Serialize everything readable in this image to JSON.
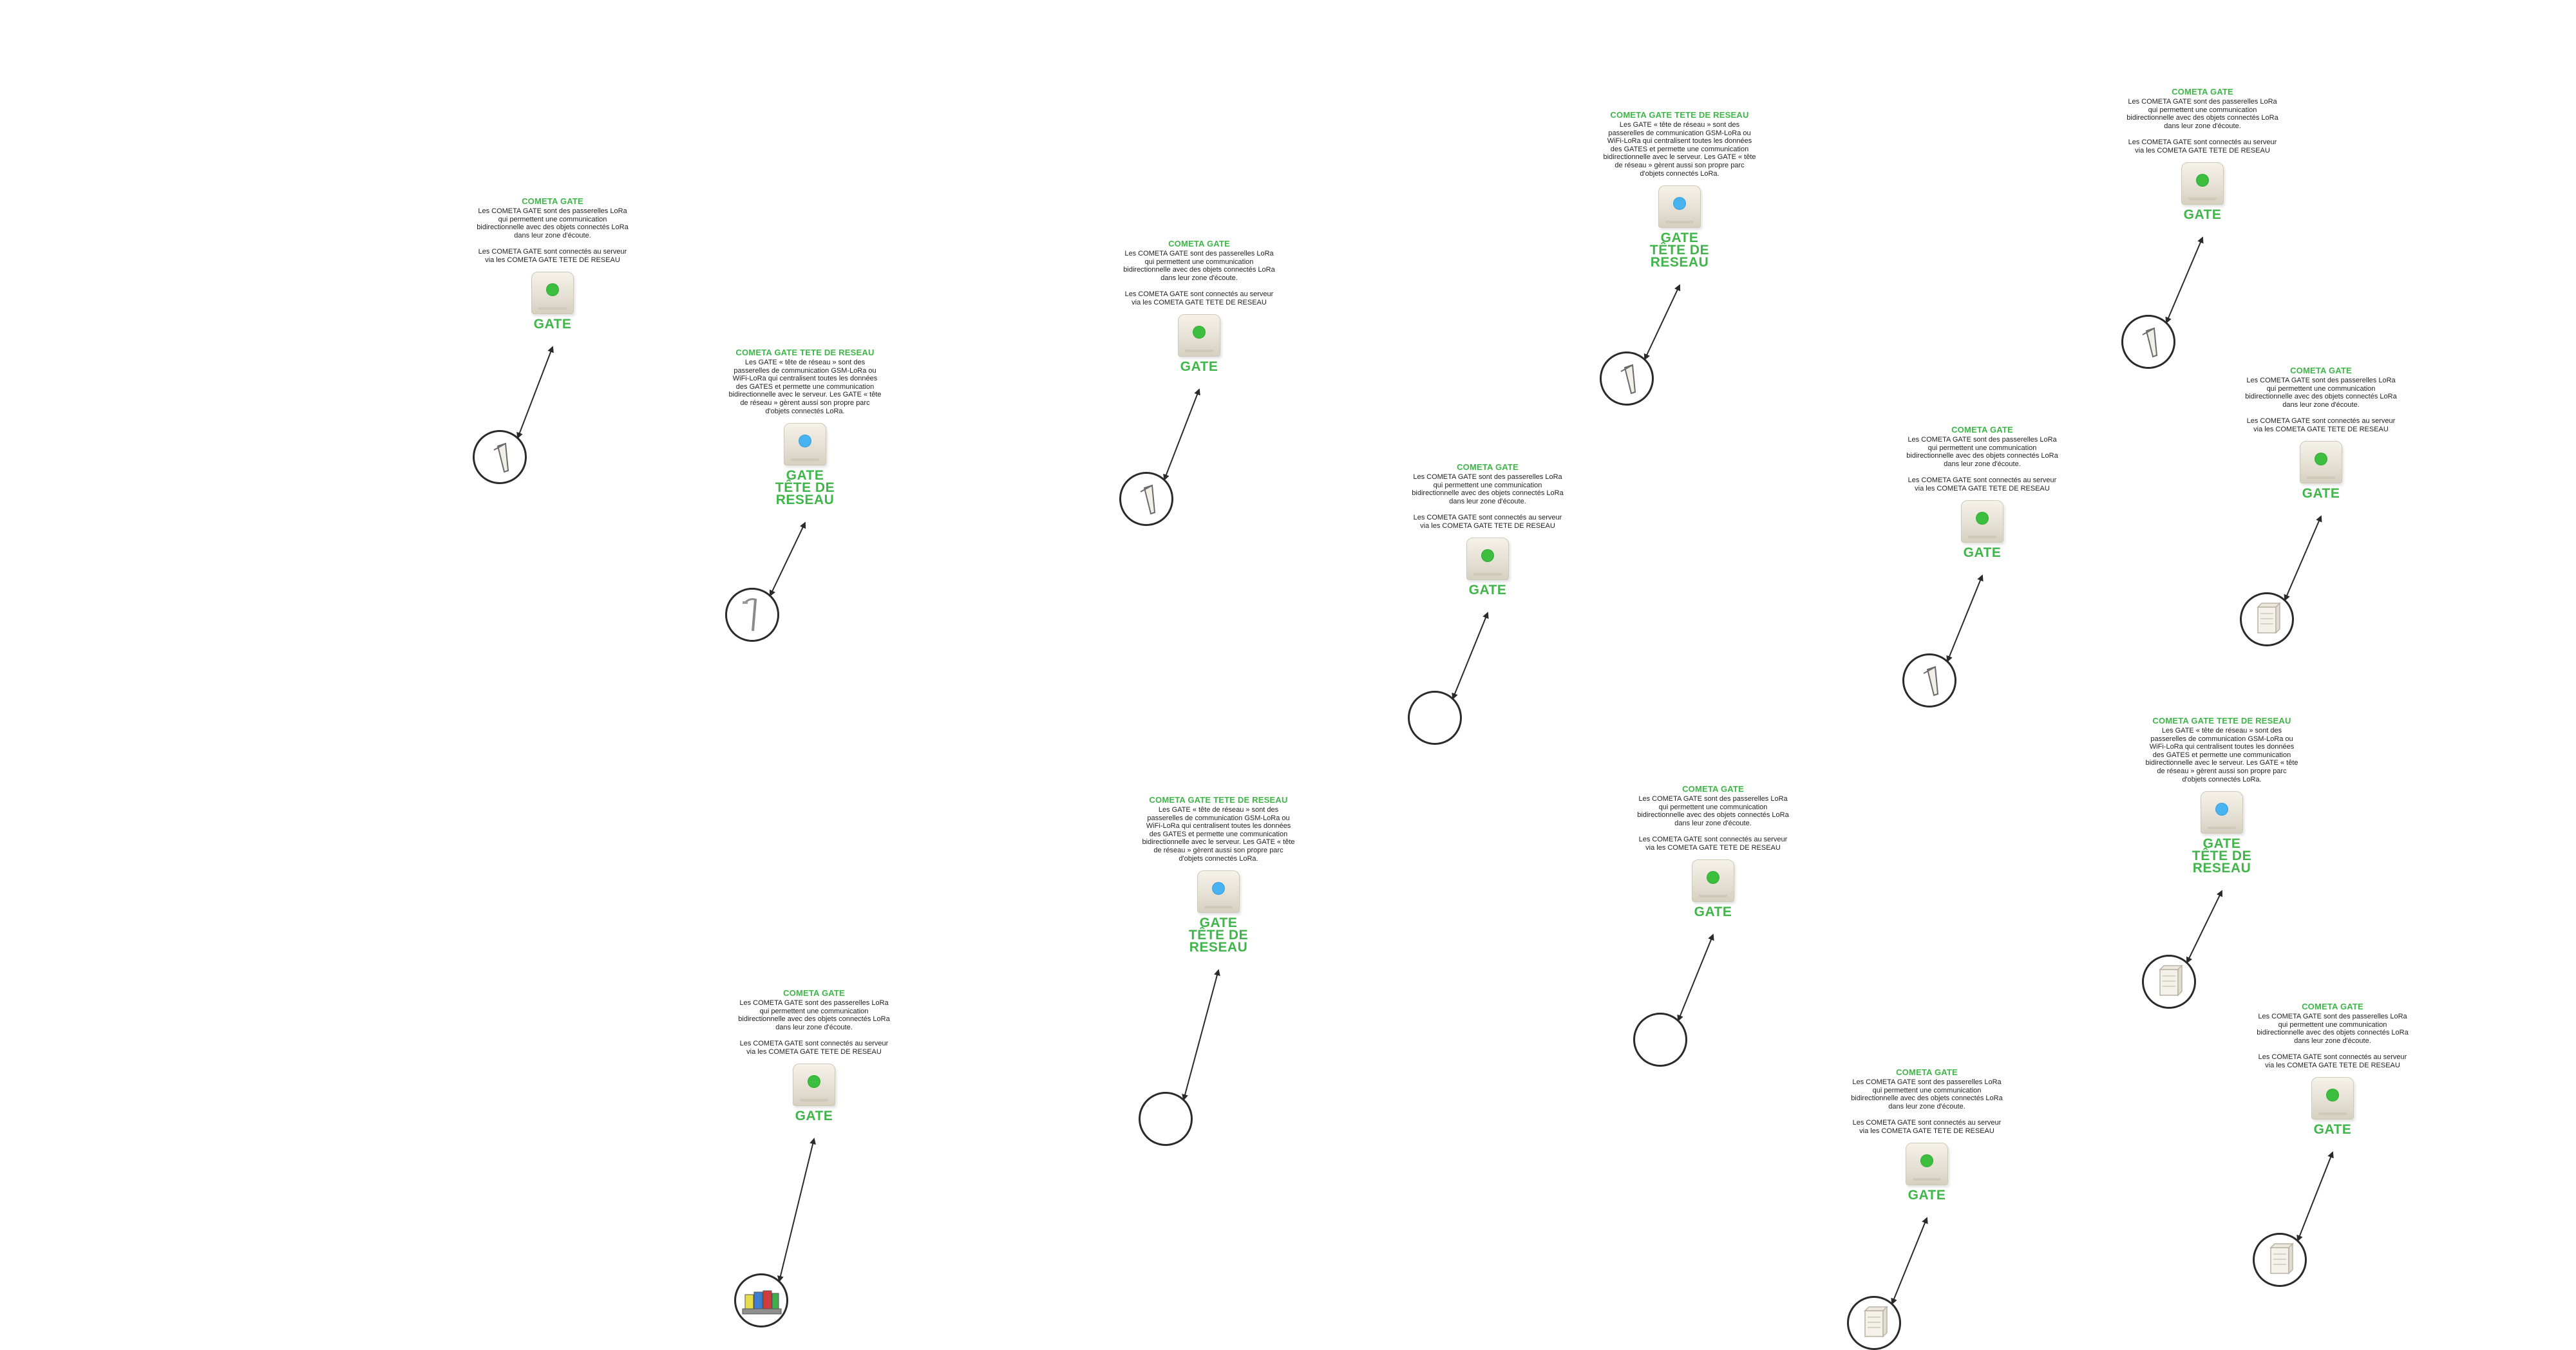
{
  "canvas": {
    "background": "#ffffff"
  },
  "colors": {
    "accent": "#3fb54a",
    "led_gate": "#3cbf3f",
    "led_head": "#47b3f0",
    "line": "#2a2a2a"
  },
  "texts": {
    "gate_title": "COMETA GATE",
    "gate_desc": "Les COMETA GATE sont des passerelles LoRa qui permettent une communication bidirectionnelle avec des objets connectés LoRa dans leur zone d'écoute.\n\nLes COMETA GATE sont connectés au serveur via les COMETA GATE TETE DE RESEAU",
    "gate_label": "GATE",
    "head_title": "COMETA GATE TETE DE RESEAU",
    "head_desc": "Les GATE « tête de réseau » sont des passerelles de communication GSM-LoRa ou WiFi-LoRa qui centralisent toutes les données des GATES et permette une communication bidirectionnelle avec le serveur. Les GATE « tête de réseau » gèrent aussi son propre parc d'objets connectés LoRa.",
    "head_label": "GATE\nTÊTE DE\nRESEAU"
  },
  "nodes": [
    {
      "id": "n1",
      "kind": "gate",
      "endpoint": "meter"
    },
    {
      "id": "n2",
      "kind": "head",
      "endpoint": "lamp"
    },
    {
      "id": "n3",
      "kind": "gate",
      "endpoint": "meter"
    },
    {
      "id": "n4",
      "kind": "head",
      "endpoint": "meter"
    },
    {
      "id": "n5",
      "kind": "gate",
      "endpoint": "meter"
    },
    {
      "id": "n6",
      "kind": "gate",
      "endpoint": "blank"
    },
    {
      "id": "n7",
      "kind": "gate",
      "endpoint": "meter"
    },
    {
      "id": "n8",
      "kind": "gate",
      "endpoint": "cube"
    },
    {
      "id": "n9",
      "kind": "gate",
      "endpoint": "bins"
    },
    {
      "id": "n10",
      "kind": "head",
      "endpoint": "blank"
    },
    {
      "id": "n11",
      "kind": "gate",
      "endpoint": "blank"
    },
    {
      "id": "n12",
      "kind": "head",
      "endpoint": "cube"
    },
    {
      "id": "n13",
      "kind": "gate",
      "endpoint": "cube"
    },
    {
      "id": "n14",
      "kind": "gate",
      "endpoint": "cube"
    }
  ]
}
